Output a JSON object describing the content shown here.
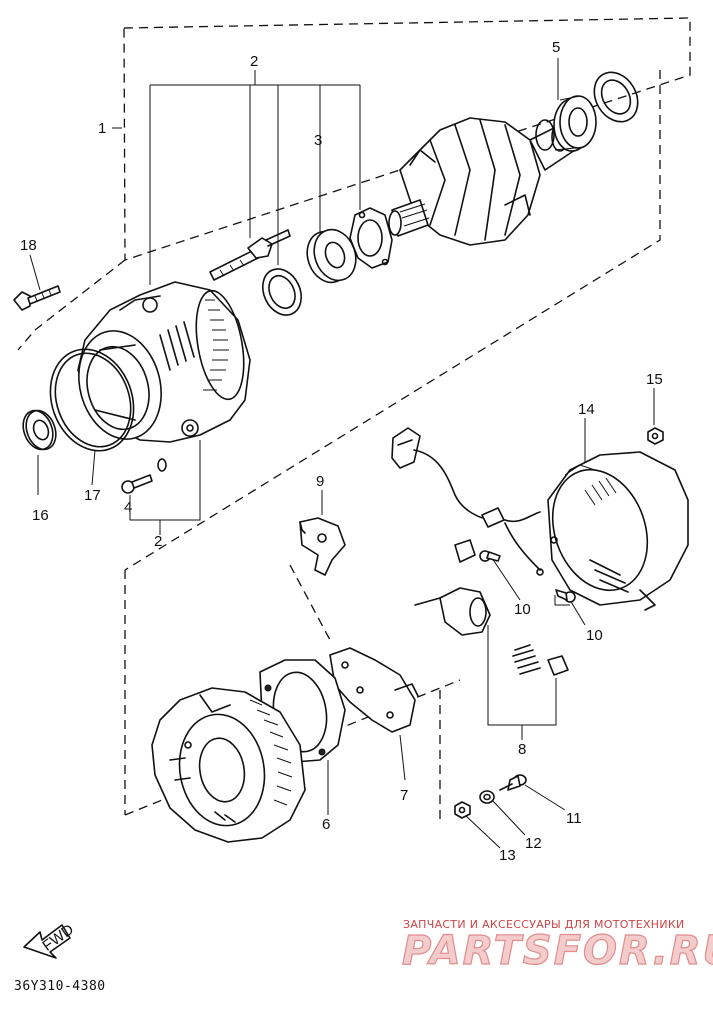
{
  "diagram": {
    "part_code": "36Y310-4380",
    "fwd_label": "FWD",
    "callouts": {
      "c1": "1",
      "c2_top": "2",
      "c2_bottom": "2",
      "c3": "3",
      "c4": "4",
      "c5": "5",
      "c6": "6",
      "c7": "7",
      "c8": "8",
      "c9": "9",
      "c10_a": "10",
      "c10_b": "10",
      "c11": "11",
      "c12": "12",
      "c13": "13",
      "c14": "14",
      "c15": "15",
      "c16": "16",
      "c17": "17",
      "c18": "18"
    }
  },
  "watermark": {
    "tagline": "ЗАПЧАСТИ И АКСЕССУАРЫ ДЛЯ МОТОТЕХНИКИ",
    "brand": "PARTSFOR.RU"
  }
}
